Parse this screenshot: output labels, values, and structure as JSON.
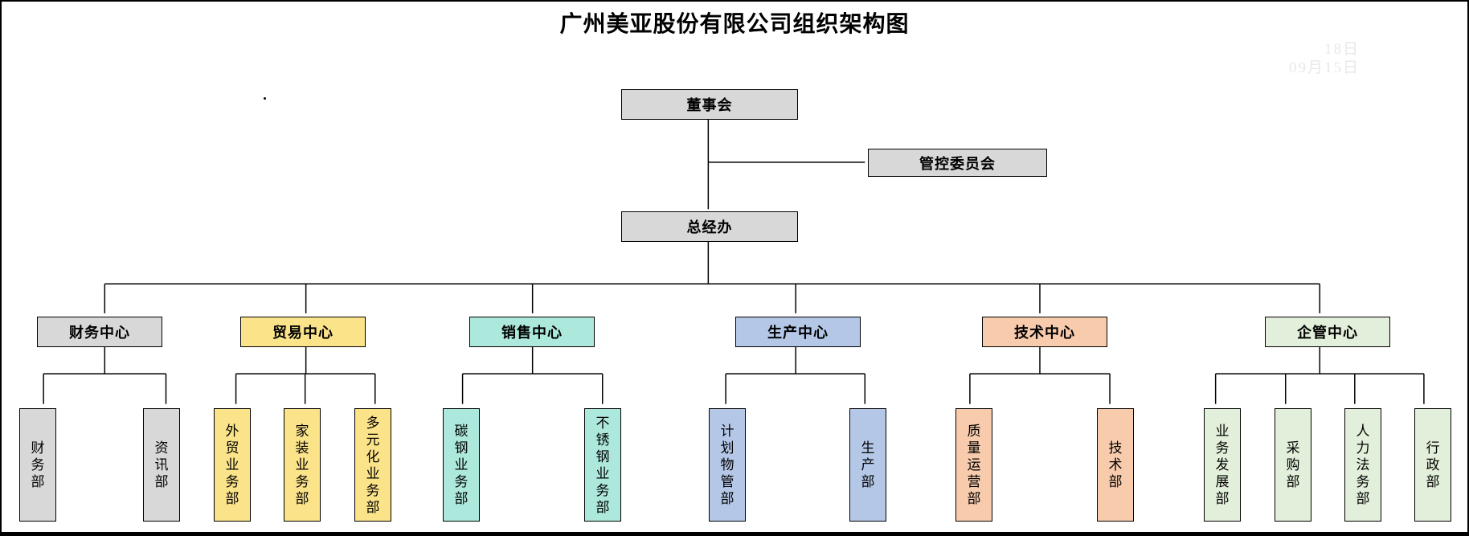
{
  "title": "广州美亚股份有限公司组织架构图",
  "watermark": {
    "line1": "18日",
    "line2": "09月15日"
  },
  "org": {
    "board": {
      "label": "董事会"
    },
    "committee": {
      "label": "管控委员会"
    },
    "gm_office": {
      "label": "总经办"
    },
    "centers": [
      {
        "id": "finance",
        "label": "财务中心",
        "color": "#d8d8d8",
        "departments": [
          "财务部",
          "资讯部"
        ]
      },
      {
        "id": "trade",
        "label": "贸易中心",
        "color": "#fbe38a",
        "departments": [
          "外贸业务部",
          "家装业务部",
          "多元化业务部"
        ]
      },
      {
        "id": "sales",
        "label": "销售中心",
        "color": "#ace8db",
        "departments": [
          "碳钢业务部",
          "不锈钢业务部"
        ]
      },
      {
        "id": "production",
        "label": "生产中心",
        "color": "#b4c7e7",
        "departments": [
          "计划物管部",
          "生产部"
        ]
      },
      {
        "id": "technology",
        "label": "技术中心",
        "color": "#f8cbad",
        "departments": [
          "质量运营部",
          "技术部"
        ]
      },
      {
        "id": "management",
        "label": "企管中心",
        "color": "#e2efda",
        "departments": [
          "业务发展部",
          "采购部",
          "人力法务部",
          "行政部"
        ]
      }
    ]
  },
  "colors": {
    "header_gray": "#d8d8d8",
    "line": "#000000",
    "watermark_text": "#e9e9e9"
  }
}
